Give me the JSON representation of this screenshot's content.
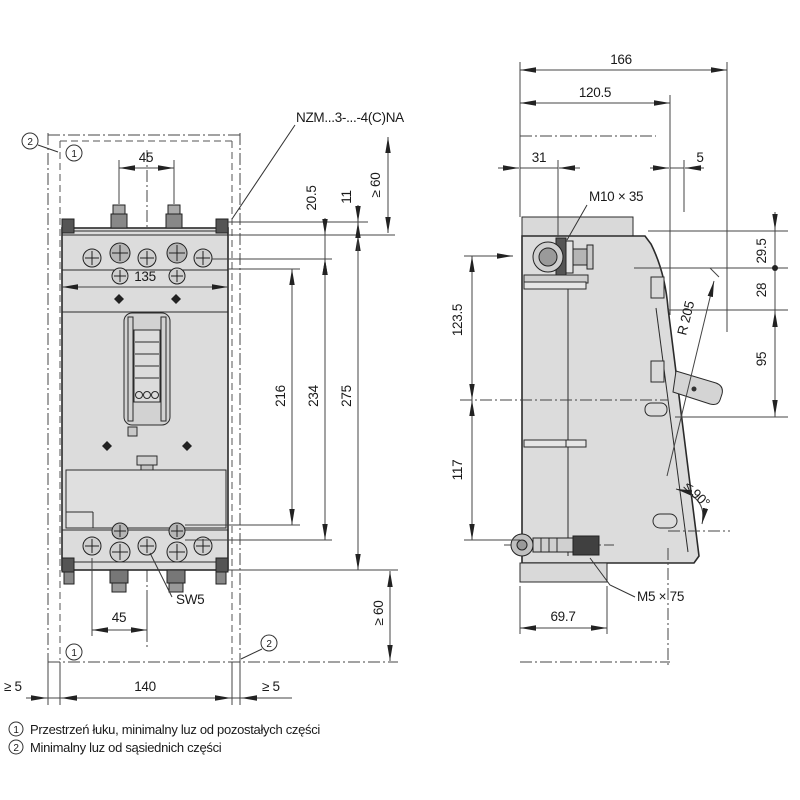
{
  "front_view": {
    "model_label": "NZM...3-...-4(C)NA",
    "sw5_label": "SW5",
    "dims": {
      "top_45": "45",
      "width_135": "135",
      "d11": "11",
      "d20_5": "20.5",
      "ge60_top": "≥ 60",
      "d216": "216",
      "d234": "234",
      "d275": "275",
      "bottom_45": "45",
      "ge5_left": "≥ 5",
      "d140": "140",
      "ge5_right": "≥ 5",
      "ge60_bottom": "≥ 60"
    }
  },
  "side_view": {
    "m10_label": "M10 × 35",
    "m5_label": "M5 × 75",
    "r205_label": "R 205",
    "angle_label": "≤ 90°",
    "dims": {
      "d166": "166",
      "d120_5": "120.5",
      "d31": "31",
      "d5": "5",
      "d29_5": "29.5",
      "d28": "28",
      "d95": "95",
      "d123_5": "123.5",
      "d117": "117",
      "d69_7": "69.7"
    }
  },
  "callouts": {
    "c1": "1",
    "c2": "2"
  },
  "footnotes": [
    {
      "marker": "1",
      "text": "Przestrzeń łuku, minimalny luz od pozostałych części"
    },
    {
      "marker": "2",
      "text": "Minimalny luz od sąsiednich części"
    }
  ],
  "colors": {
    "line": "#2b2b2b",
    "dim": "#444444",
    "body": "#dcdcdc",
    "body_dark": "#d2d2d2",
    "metal": "#8a8a8a"
  }
}
